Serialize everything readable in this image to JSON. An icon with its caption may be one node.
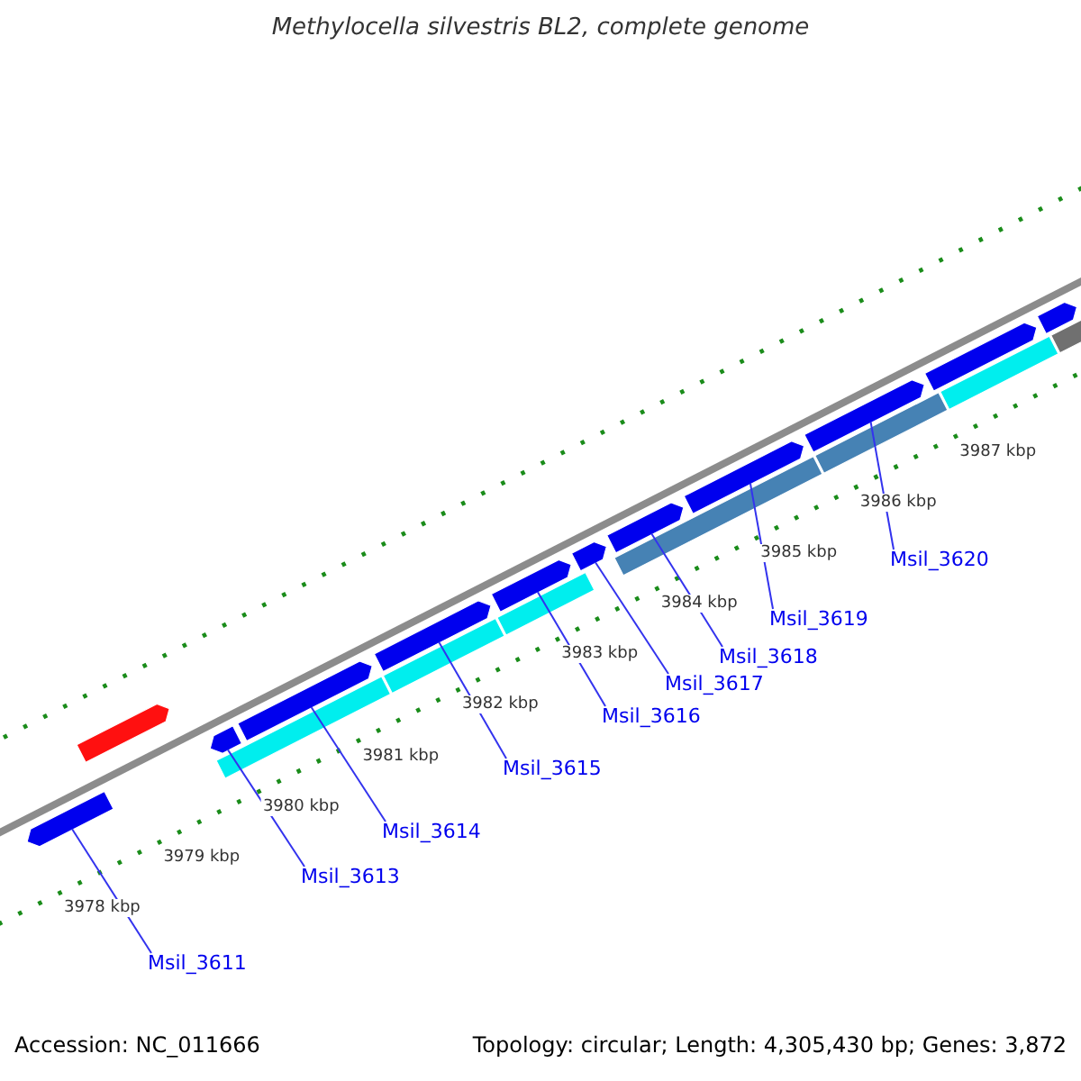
{
  "diagram": {
    "title": "Methylocella silvestris BL2, complete genome",
    "nodes": [
      {
        "text": [
          "Msil_3611"
        ]
      },
      {
        "text": [
          "Msil_3613"
        ]
      },
      {
        "text": [
          "Msil_3614"
        ]
      },
      {
        "text": [
          "Msil_3615"
        ]
      },
      {
        "text": [
          "Msil_3616"
        ]
      },
      {
        "text": [
          "Msil_3617"
        ]
      },
      {
        "text": [
          "Msil_3618"
        ]
      },
      {
        "text": [
          "Msil_3619"
        ]
      },
      {
        "text": [
          "Msil_3620"
        ]
      },
      {
        "text": [],
        "shape": "pentagon"
      },
      {
        "text": [],
        "shape": "pentagon"
      },
      {
        "text": [],
        "shape": "pentagon"
      },
      {
        "text": [],
        "shape": "bar"
      },
      {
        "text": [],
        "shape": "pentagon"
      },
      {
        "text": [],
        "shape": "bar"
      },
      {
        "text": [],
        "shape": "pentagon"
      },
      {
        "text": [],
        "shape": "bar"
      },
      {
        "text": [],
        "shape": "pentagon"
      },
      {
        "text": [],
        "shape": "pentagon"
      },
      {
        "text": [],
        "shape": "bar"
      },
      {
        "text": [],
        "shape": "pentagon"
      },
      {
        "text": [],
        "shape": "pentagon"
      },
      {
        "text": [],
        "shape": "pentagon"
      },
      {
        "text": [],
        "shape": "bar"
      },
      {
        "text": [],
        "shape": "pentagon"
      },
      {
        "text": [],
        "shape": "bar"
      },
      {
        "text": [],
        "shape": "pentagon"
      },
      {
        "text": [],
        "shape": "bar"
      }
    ],
    "edges": [
      {
        "from": 0,
        "to": 9,
        "arrow": "none"
      },
      {
        "from": 1,
        "to": 11,
        "arrow": "none"
      },
      {
        "from": 2,
        "to": 13,
        "arrow": "none"
      },
      {
        "from": 3,
        "to": 15,
        "arrow": "none"
      },
      {
        "from": 4,
        "to": 17,
        "arrow": "none"
      },
      {
        "from": 5,
        "to": 18,
        "arrow": "none"
      },
      {
        "from": 6,
        "to": 20,
        "arrow": "none"
      },
      {
        "from": 7,
        "to": 21,
        "arrow": "none"
      },
      {
        "from": 8,
        "to": 22,
        "arrow": "none"
      }
    ],
    "labels": [
      "3978 kbp",
      "3979 kbp",
      "3980 kbp",
      "3981 kbp",
      "3982 kbp",
      "3983 kbp",
      "3984 kbp",
      "3985 kbp",
      "3986 kbp",
      "3987 kbp",
      "Accession: NC_011666",
      "Topology: circular; Length: 4,305,430 bp; Genes: 3,872"
    ]
  }
}
